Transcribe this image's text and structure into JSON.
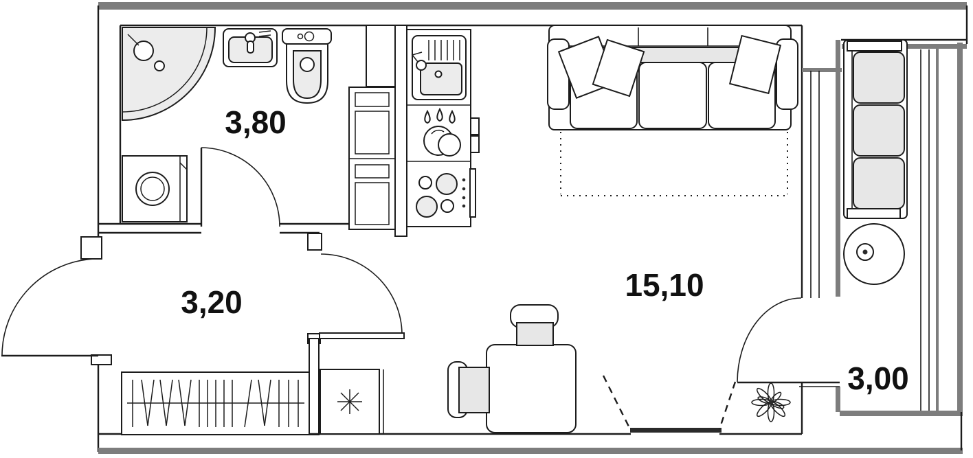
{
  "plan": {
    "type": "apartment-floor-plan",
    "rooms": [
      {
        "id": "bathroom",
        "area_label": "3,80"
      },
      {
        "id": "hallway",
        "area_label": "3,20"
      },
      {
        "id": "living-room",
        "area_label": "15,10"
      },
      {
        "id": "balcony",
        "area_label": "3,00"
      }
    ],
    "fixtures": [
      "corner-shower",
      "washing-machine",
      "bathroom-sink",
      "toilet",
      "tall-cabinet-column",
      "kitchen-sink",
      "dishwasher",
      "stove-4-burners",
      "sofa-3-seat",
      "pillows",
      "dining-table",
      "chair",
      "wardrobe-with-hangers",
      "cabinet-with-asterisk",
      "balcony-bench",
      "round-table",
      "plant"
    ],
    "symbols": {
      "asterisk_marker": "✳"
    },
    "colors": {
      "wall_gray": "#7d7d7d",
      "line": "#1c1c1c",
      "fixture_fill": "#ececec",
      "seat_fill": "#e7e7e7",
      "sill_dark": "#2a2a2a",
      "background": "#ffffff"
    }
  }
}
